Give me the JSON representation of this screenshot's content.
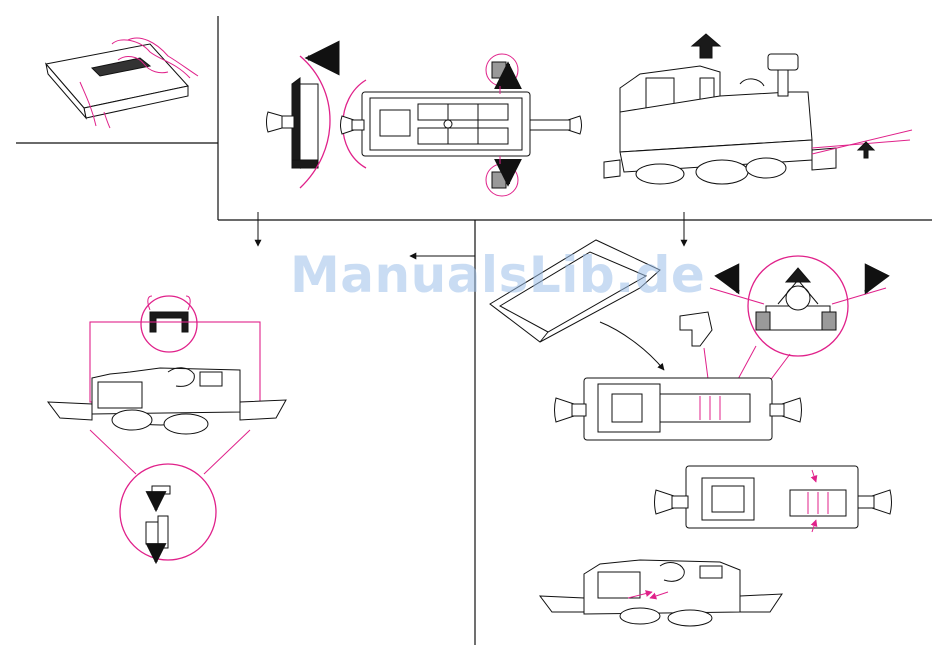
{
  "watermark": "ManualsLib.de",
  "colors": {
    "line": "#111111",
    "accent": "#e0218a",
    "fill_dark": "#1a1a1a",
    "fill_grey": "#9a9a9a",
    "paper": "#ffffff",
    "watermark": "#9ec1ea"
  },
  "panels": [
    {
      "id": "step-remove-tool",
      "icon": "hand-tool-icon"
    },
    {
      "id": "step-unclip-body-top-view",
      "icon": "bottom-view-icon"
    },
    {
      "id": "step-lift-body",
      "icon": "locomotive-lift-icon"
    },
    {
      "id": "step-coupler-detail",
      "icon": "coupler-spring-icon"
    },
    {
      "id": "step-motor-removal",
      "icon": "motor-clip-icon"
    }
  ]
}
